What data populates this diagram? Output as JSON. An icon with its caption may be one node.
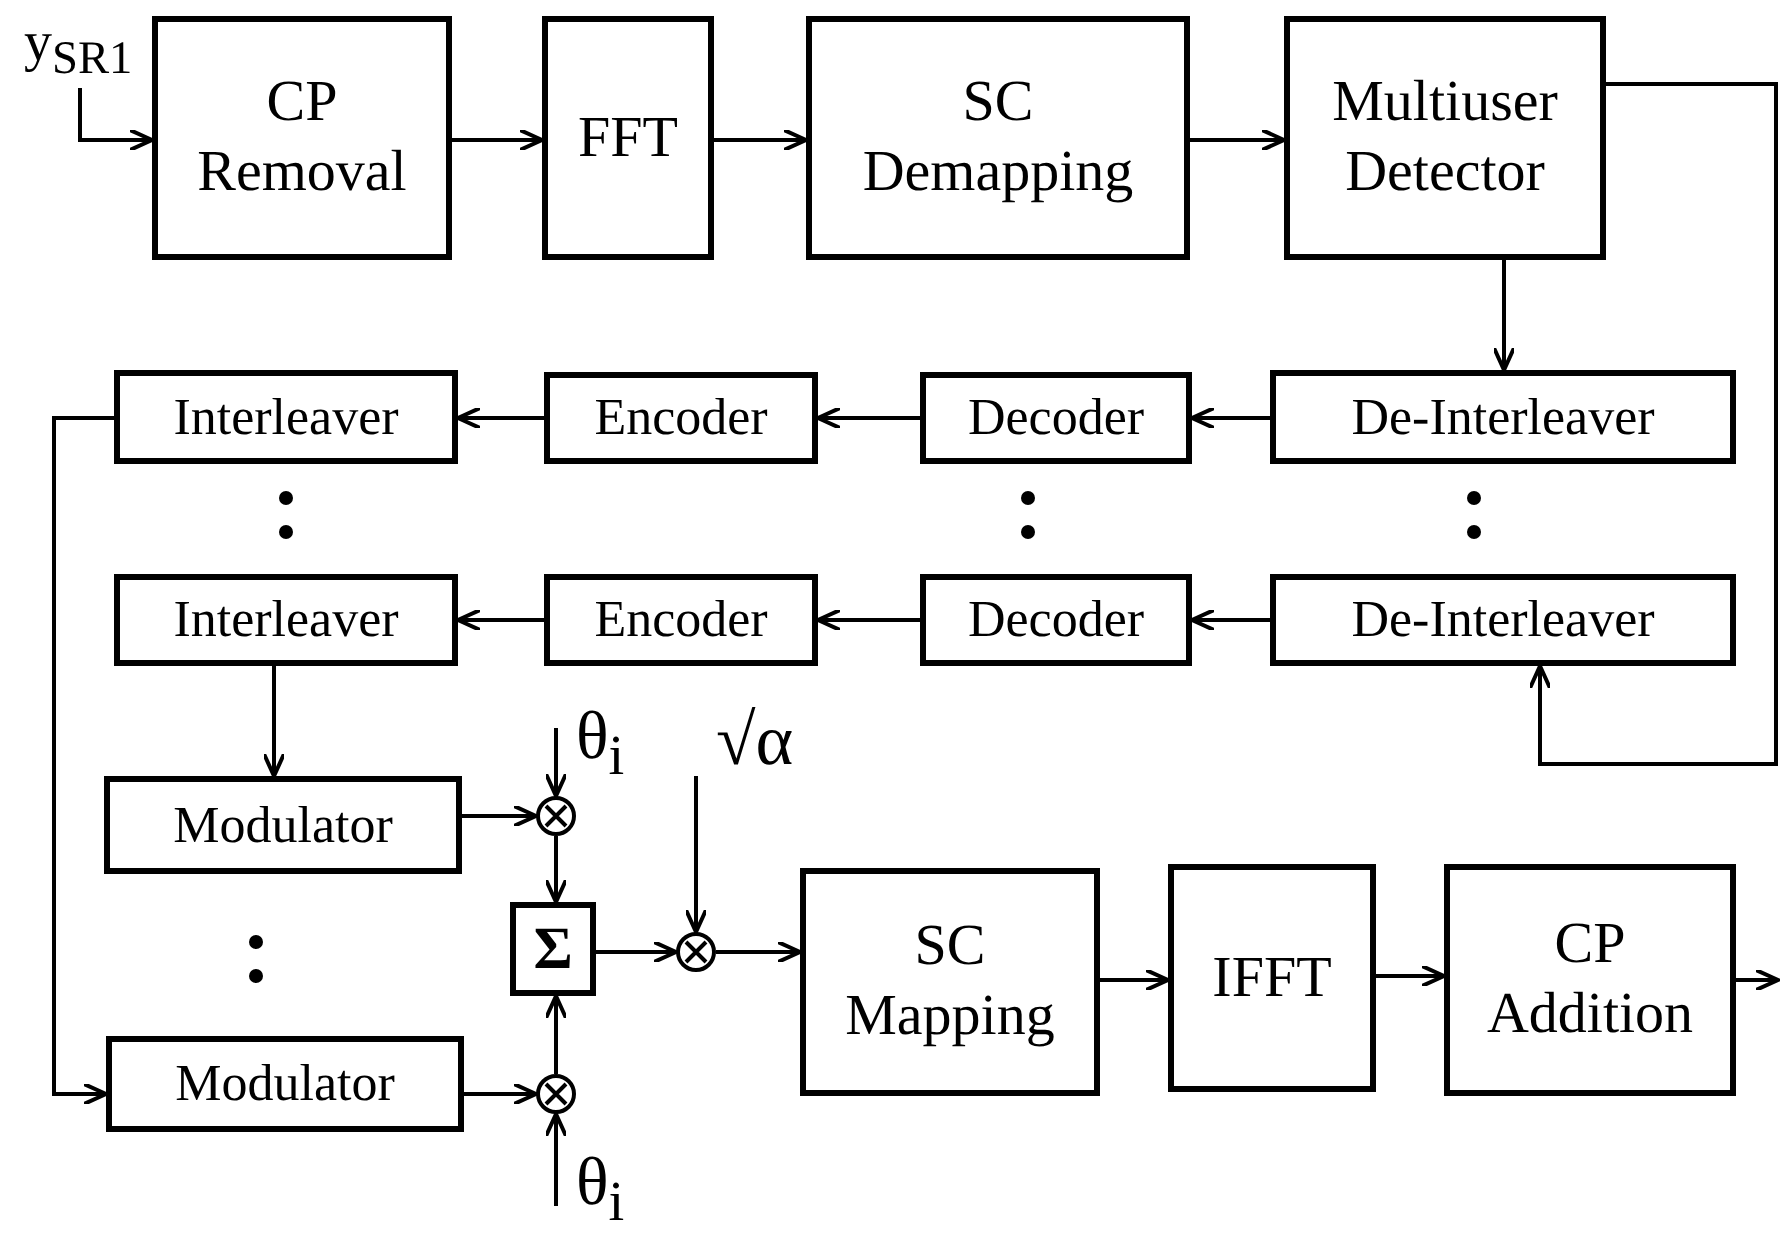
{
  "diagram": {
    "nodes": [
      {
        "text": [
          "y$_{SR1}$"
        ]
      },
      {
        "text": [
          "CP Removal"
        ]
      },
      {
        "text": [
          "FFT"
        ]
      },
      {
        "text": [
          "SC Demapping"
        ]
      },
      {
        "text": [
          "Multiuser Detector"
        ]
      },
      {
        "text": [
          "De-Interleaver"
        ]
      },
      {
        "text": [
          "Decoder"
        ]
      },
      {
        "text": [
          "Encoder"
        ]
      },
      {
        "text": [
          "Interleaver"
        ]
      },
      {
        "text": [
          "De-Interleaver"
        ]
      },
      {
        "text": [
          "Decoder"
        ]
      },
      {
        "text": [
          "Encoder"
        ]
      },
      {
        "text": [
          "Interleaver"
        ]
      },
      {
        "text": [
          "Modulator"
        ]
      },
      {
        "text": [
          "Modulator"
        ]
      },
      {
        "text": [],
        "shape": "circle"
      },
      {
        "text": [
          "Σ"
        ]
      },
      {
        "text": [],
        "shape": "circle"
      },
      {
        "text": [],
        "shape": "circle"
      },
      {
        "text": [
          "SC Mapping"
        ]
      },
      {
        "text": [
          "IFFT"
        ]
      },
      {
        "text": [
          "CP Addition"
        ]
      },
      {
        "text": [
          "θ$_{i}$"
        ]
      },
      {
        "text": [
          "θ$_{i}$"
        ]
      },
      {
        "text": [
          "√α"
        ]
      }
    ],
    "edges": [
      {
        "from": 0,
        "to": 1,
        "arrow": "to"
      },
      {
        "from": 1,
        "to": 2,
        "arrow": "to"
      },
      {
        "from": 2,
        "to": 3,
        "arrow": "to"
      },
      {
        "from": 3,
        "to": 4,
        "arrow": "to"
      },
      {
        "from": 4,
        "to": 5,
        "arrow": "to"
      },
      {
        "from": 4,
        "to": 9,
        "arrow": "to"
      },
      {
        "from": 5,
        "to": 6,
        "arrow": "to"
      },
      {
        "from": 6,
        "to": 7,
        "arrow": "to"
      },
      {
        "from": 7,
        "to": 8,
        "arrow": "to"
      },
      {
        "from": 9,
        "to": 10,
        "arrow": "to"
      },
      {
        "from": 10,
        "to": 11,
        "arrow": "to"
      },
      {
        "from": 11,
        "to": 12,
        "arrow": "to"
      },
      {
        "from": 12,
        "to": 13,
        "arrow": "to"
      },
      {
        "from": 8,
        "to": 14,
        "arrow": "to"
      },
      {
        "from": 13,
        "to": 15,
        "arrow": "to"
      },
      {
        "from": 14,
        "to": 17,
        "arrow": "to"
      },
      {
        "from": 22,
        "to": 15,
        "arrow": "to"
      },
      {
        "from": 23,
        "to": 17,
        "arrow": "to"
      },
      {
        "from": 15,
        "to": 16,
        "arrow": "to"
      },
      {
        "from": 17,
        "to": 16,
        "arrow": "to"
      },
      {
        "from": 16,
        "to": 18,
        "arrow": "to"
      },
      {
        "from": 24,
        "to": 18,
        "arrow": "to"
      },
      {
        "from": 18,
        "to": 19,
        "arrow": "to"
      },
      {
        "from": 19,
        "to": 20,
        "arrow": "to"
      },
      {
        "from": 20,
        "to": 21,
        "arrow": "to"
      },
      {
        "from": 21,
        "to": null,
        "arrow": "to"
      }
    ]
  }
}
